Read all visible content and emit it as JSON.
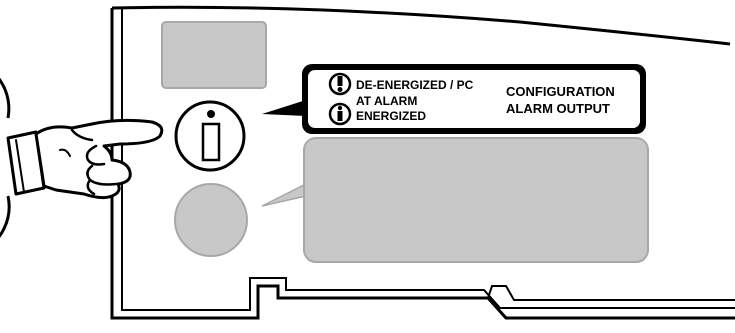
{
  "callout": {
    "line1": "DE-ENERGIZED / PC",
    "line2": "AT ALARM",
    "line3": "ENERGIZED",
    "title_line1": "CONFIGURATION",
    "title_line2": "ALARM  OUTPUT"
  },
  "icons": {
    "warning": "exclamation-circle-icon",
    "info": "info-circle-icon",
    "pointer": "pointing-hand-icon"
  },
  "colors": {
    "outline": "#000000",
    "panel_gray": "#c8c8c8",
    "panel_stroke": "#a8a8a8",
    "background": "#ffffff"
  }
}
